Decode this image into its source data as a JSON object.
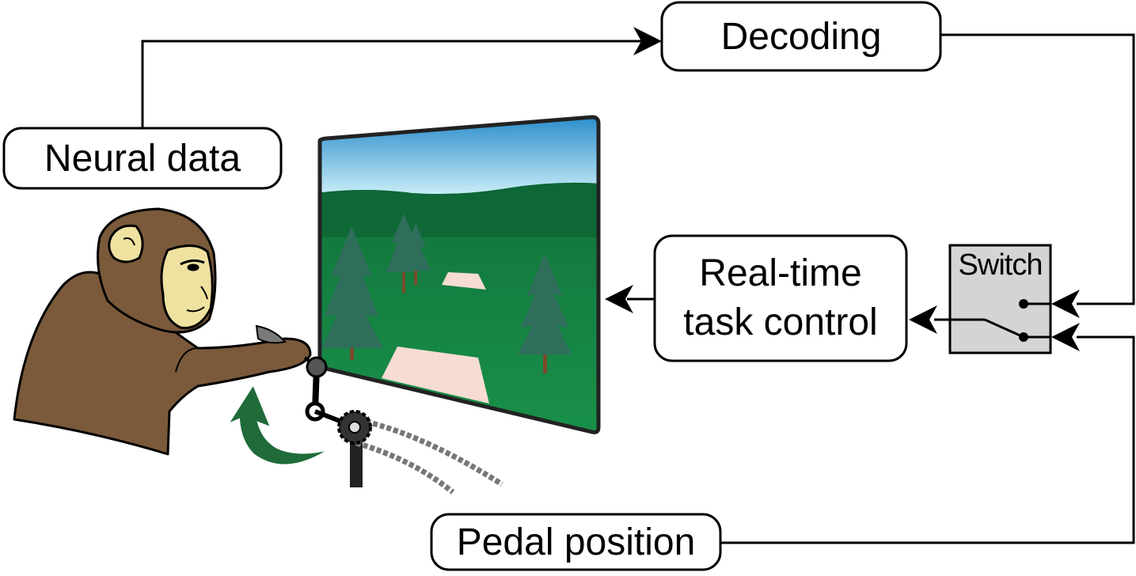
{
  "nodes": {
    "decoding": "Decoding",
    "neural_data": "Neural data",
    "realtime_line1": "Real-time",
    "realtime_line2": "task control",
    "pedal_position": "Pedal position",
    "switch": "Switch"
  },
  "colors": {
    "monkey_fur": "#7a5a3a",
    "monkey_face": "#efe2a0",
    "sky_top": "#1f86c8",
    "sky_bottom": "#c7ecf7",
    "ground": "#1b7a3a",
    "tree": "#2e6e5a",
    "platform": "#f6dcd2",
    "switch_box": "#d3d4d6",
    "arrow_green": "#1f6b3a"
  }
}
